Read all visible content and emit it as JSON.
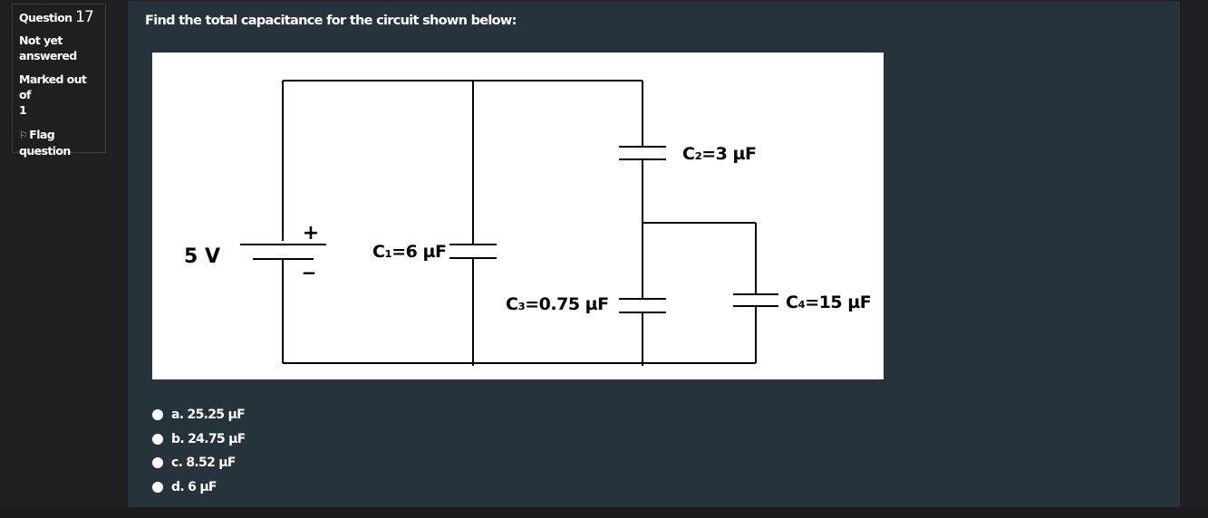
{
  "info": {
    "question_label": "Question",
    "question_number": "17",
    "status": [
      "Not yet",
      "answered"
    ],
    "marks": [
      "Marked out of",
      "1"
    ],
    "flag": [
      "Flag",
      "question"
    ]
  },
  "question": {
    "text": "Find the total capacitance for the circuit shown below:"
  },
  "figure": {
    "source_label": "5 V",
    "plus_sign": "+",
    "minus_sign": "−",
    "c1_label": "C₁=6 µF",
    "c2_label": "C₂=3 µF",
    "c3_label": "C₃=0.75 µF",
    "c4_label": "C₄=15 µF"
  },
  "answers": [
    {
      "label": "a. 25.25 µF"
    },
    {
      "label": "b. 24.75 µF"
    },
    {
      "label": "c. 8.52 µF"
    },
    {
      "label": "d. 6 µF"
    }
  ]
}
